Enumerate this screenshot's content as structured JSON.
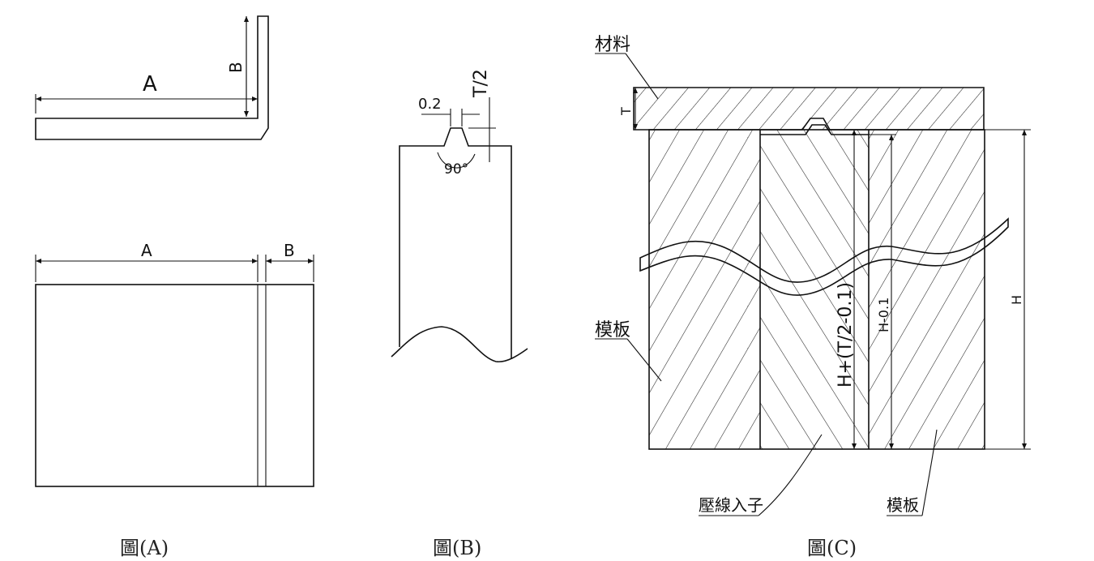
{
  "figure_a": {
    "top_view": {
      "dim_a": "A",
      "dim_b": "B"
    },
    "flat_view": {
      "dim_a": "A",
      "dim_b": "B"
    },
    "caption": "圖(A)"
  },
  "figure_b": {
    "dim_tip": "0.2",
    "dim_height": "T/2",
    "angle": "90°",
    "caption": "圖(B)"
  },
  "figure_c": {
    "label_material": "材料",
    "dim_t": "T",
    "label_die_plate_left": "模板",
    "label_punch": "壓線入子",
    "label_die_plate_right": "模板",
    "dim_h": "H",
    "dim_punch_height": "H+(T/2-0.1)",
    "dim_h_minus": "H-0.1",
    "caption": "圖(C)"
  },
  "colors": {
    "line": "#111111",
    "background": "#ffffff"
  }
}
